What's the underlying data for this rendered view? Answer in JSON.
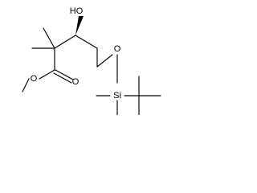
{
  "structure": {
    "atoms": [
      {
        "id": "hydroxyl",
        "label": "HO"
      },
      {
        "id": "ester-oxygen-carbonyl",
        "label": "O"
      },
      {
        "id": "ester-oxygen-methoxy",
        "label": "O"
      },
      {
        "id": "silyl-ether-oxygen",
        "label": "O"
      },
      {
        "id": "silicon",
        "label": "Si"
      }
    ],
    "bond_color": "#000000"
  }
}
